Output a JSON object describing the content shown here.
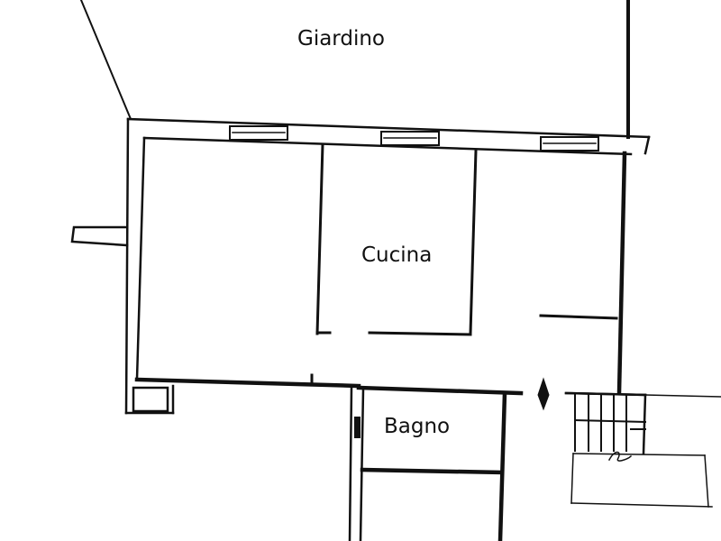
{
  "rooms": {
    "garden_label": "Giardino",
    "kitchen_label": "Cucina",
    "bathroom_label": "Bagno"
  },
  "colors": {
    "wall": "#111111",
    "background": "#ffffff"
  }
}
